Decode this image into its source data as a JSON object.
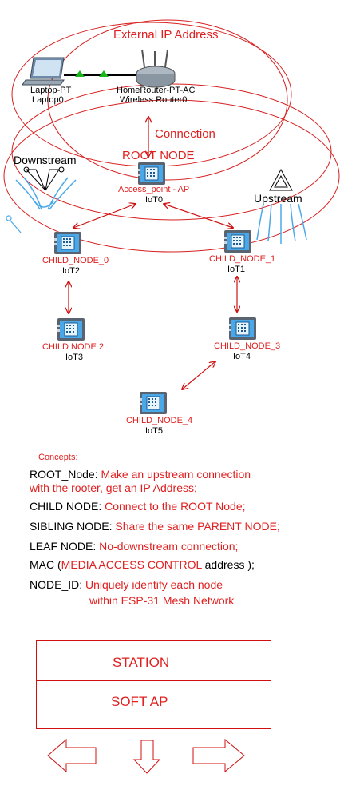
{
  "colors": {
    "accent": "#e02020",
    "line": "#d01010",
    "node": "#4aa8e8"
  },
  "header": {
    "title": "External IP Address"
  },
  "devices": {
    "laptop": {
      "type": "Laptop-PT",
      "name": "Laptop0"
    },
    "router": {
      "type": "HomeRouter-PT-AC",
      "name": "Wireless Router0"
    }
  },
  "labels": {
    "connection": "Connection",
    "root_node": "ROOT NODE",
    "downstream": "Downstream",
    "upstream": "Upstream"
  },
  "nodes": [
    {
      "id": "ap",
      "title": "Access_point - AP",
      "name": "IoT0"
    },
    {
      "id": "c0",
      "title": "CHILD_NODE_0",
      "name": "IoT2"
    },
    {
      "id": "c1",
      "title": "CHILD_NODE_1",
      "name": "IoT1"
    },
    {
      "id": "c2",
      "title": "CHILD NODE 2",
      "name": "IoT3"
    },
    {
      "id": "c3",
      "title": "CHILD_NODE_3",
      "name": "IoT4"
    },
    {
      "id": "c4",
      "title": "CHILD_NODE_4",
      "name": "IoT5"
    }
  ],
  "concepts": {
    "heading": "Concepts:",
    "items": [
      {
        "term": "ROOT_Node: ",
        "desc": "Make an upstream connection",
        "desc2": "with the rooter, get an IP Address;"
      },
      {
        "term": "CHILD  NODE: ",
        "desc": "Connect to the ROOT  Node;"
      },
      {
        "term": "SIBLING NODE: ",
        "desc": "Share the same PARENT NODE;"
      },
      {
        "term": "LEAF NODE: ",
        "desc": "No-downstream connection;"
      },
      {
        "term": "MAC (",
        "desc": "MEDIA ACCESS CONTROL",
        "tail": " address );"
      },
      {
        "term": "NODE_ID: ",
        "desc": "Uniquely identify each node",
        "desc2": "within ESP-31 Mesh Network"
      }
    ]
  },
  "modes": {
    "station": "STATION",
    "soft_ap": "SOFT AP"
  }
}
